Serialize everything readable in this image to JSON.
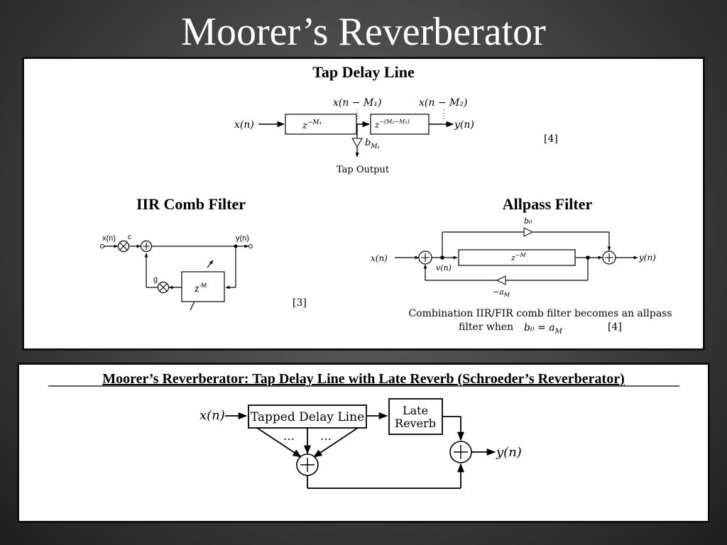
{
  "slide": {
    "title": "Moorer’s Reverberator"
  },
  "tap_delay": {
    "title": "Tap Delay Line",
    "input": "x(n)",
    "tap1_label": "x(n − M₁)",
    "tap2_label": "x(n − M₂)",
    "delay1": "z",
    "delay1_exp": "−M₁",
    "delay2": "z",
    "delay2_exp": "−(M₂−M₁)",
    "output": "y(n)",
    "gain": "b",
    "gain_sub": "M₁",
    "tap_output": "Tap Output",
    "ref": "[4]"
  },
  "iir_comb": {
    "title": "IIR Comb Filter",
    "input": "x(n)",
    "input_gain": "c",
    "output": "y(n)",
    "feedback_gain": "g",
    "delay": "z",
    "delay_exp": "-M",
    "ref": "[3]"
  },
  "allpass": {
    "title": "Allpass Filter",
    "input": "x(n)",
    "ff_gain": "b₀",
    "v_label": "v(n)",
    "delay": "z",
    "delay_exp": "−M",
    "fb_gain": "−a",
    "fb_gain_sub": "M",
    "output": "y(n)",
    "caption_line1": "Combination IIR/FIR comb filter becomes an allpass",
    "caption_line2": "filter when",
    "condition": "b₀ = a",
    "condition_sub": "M",
    "ref": "[4]"
  },
  "moorer": {
    "title": "Moorer’s Reverberator: Tap Delay Line with Late Reverb (Schroeder’s Reverberator)",
    "input": "x(n)",
    "tdl_label": "Tapped Delay Line",
    "late_line1": "Late",
    "late_line2": "Reverb",
    "dots_left": "…",
    "dots_right": "…",
    "output": "y(n)"
  },
  "colors": {
    "slide_background": "#4a4a4a",
    "panel_background": "#ffffff",
    "title_text": "#ffffff",
    "diagram_ink": "#000000"
  }
}
